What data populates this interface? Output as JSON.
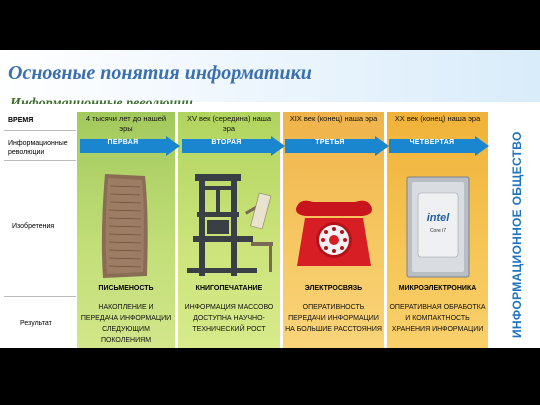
{
  "title": "Основные понятия информатики",
  "subtitle": "Информационные революции",
  "rows": {
    "time": "ВРЕМЯ",
    "revolutions": "Информационные революции",
    "inventions": "Изобретения",
    "result": "Результат"
  },
  "columns": [
    {
      "era": "4 тысячи лет до нашей эры",
      "revolution": "ПЕРВАЯ",
      "invention": "ПИСЬМЕНОСТЬ",
      "result": "НАКОПЛЕНИЕ И ПЕРЕДАЧА ИНФОРМАЦИИ СЛЕДУЮЩИМ ПОКОЛЕНИЯМ",
      "image": "clay-tablet"
    },
    {
      "era": "XV век (середина) наша эра",
      "revolution": "ВТОРАЯ",
      "invention": "КНИГОПЕЧАТАНИЕ",
      "result": "ИНФОРМАЦИЯ МАССОВО ДОСТУПНА НАУЧНО-ТЕХНИЧЕСКИЙ РОСТ",
      "image": "printing-press"
    },
    {
      "era": "XIX век (конец) наша эра",
      "revolution": "ТРЕТЬЯ",
      "invention": "ЭЛЕКТРОСВЯЗЬ",
      "result": "ОПЕРАТИВНОСТЬ ПЕРЕДАЧИ ИНФОРМАЦИИ НА БОЛЬШИЕ РАССТОЯНИЯ",
      "image": "telephone"
    },
    {
      "era": "XX век (конец) наша эра",
      "revolution": "ЧЕТВЕРТАЯ",
      "invention": "МИКРОЭЛЕКТРОНИКА",
      "result": "ОПЕРАТИВНАЯ ОБРАБОТКА И КОМПАКТНОСТЬ ХРАНЕНИЯ ИНФОРМАЦИИ",
      "image": "processor-chip",
      "chip_brand": "intel",
      "chip_model": "Core i7"
    }
  ],
  "side_label": "ИНФОРМАЦИОННОЕ ОБЩЕСТВО",
  "colors": {
    "arrow": "#1a86cf",
    "title": "#3a6fb0",
    "green": "#c3df7a",
    "orange": "#f6c965",
    "side_label": "#1f74c0"
  }
}
